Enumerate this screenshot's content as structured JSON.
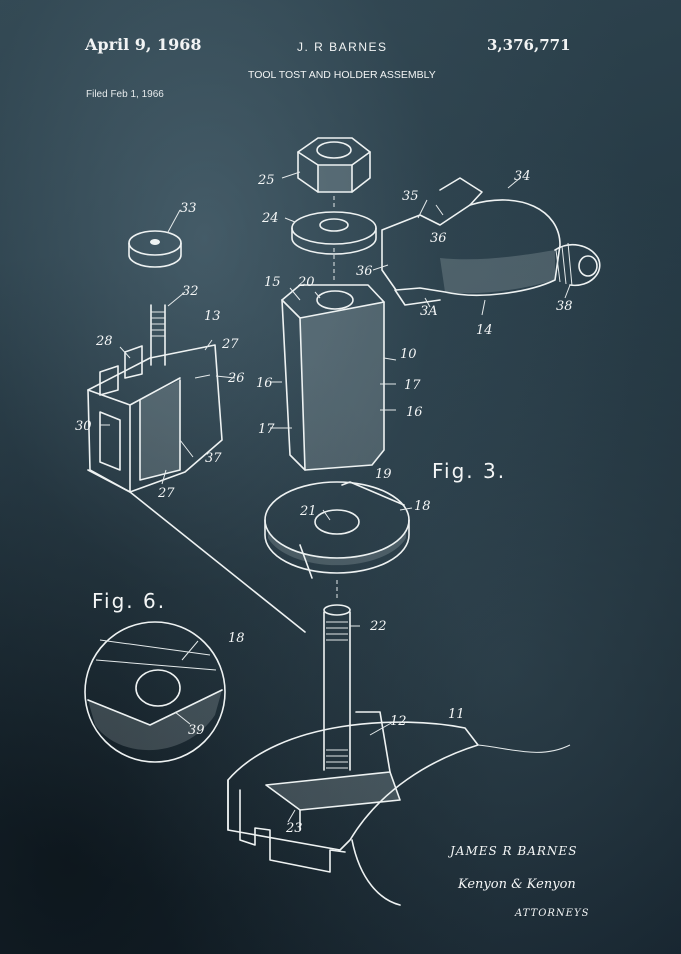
{
  "header": {
    "date": "April 9, 1968",
    "inventor": "J. R BARNES",
    "patent_number": "3,376,771",
    "title": "TOOL TOST AND HOLDER ASSEMBLY",
    "filed": "Filed Feb 1, 1966"
  },
  "figures": {
    "fig3": "Fig. 3.",
    "fig6": "Fig. 6."
  },
  "refs": {
    "r10": "10",
    "r11": "11",
    "r12": "12",
    "r13": "13",
    "r14": "14",
    "r15": "15",
    "r16": "16",
    "r17": "17",
    "r18": "18",
    "r19": "19",
    "r20": "20",
    "r21": "21",
    "r22": "22",
    "r23": "23",
    "r24": "24",
    "r25": "25",
    "r26": "26",
    "r27": "27",
    "r28": "28",
    "r30": "30",
    "r32": "32",
    "r33": "33",
    "r34": "34",
    "r3A": "3A",
    "r35": "35",
    "r36": "36",
    "r37": "37",
    "r38": "38",
    "r39": "39"
  },
  "signature": {
    "inventor_name": "JAMES R BARNES",
    "attorney_signature": "Kenyon & Kenyon",
    "attorneys_label": "ATTORNEYS"
  }
}
